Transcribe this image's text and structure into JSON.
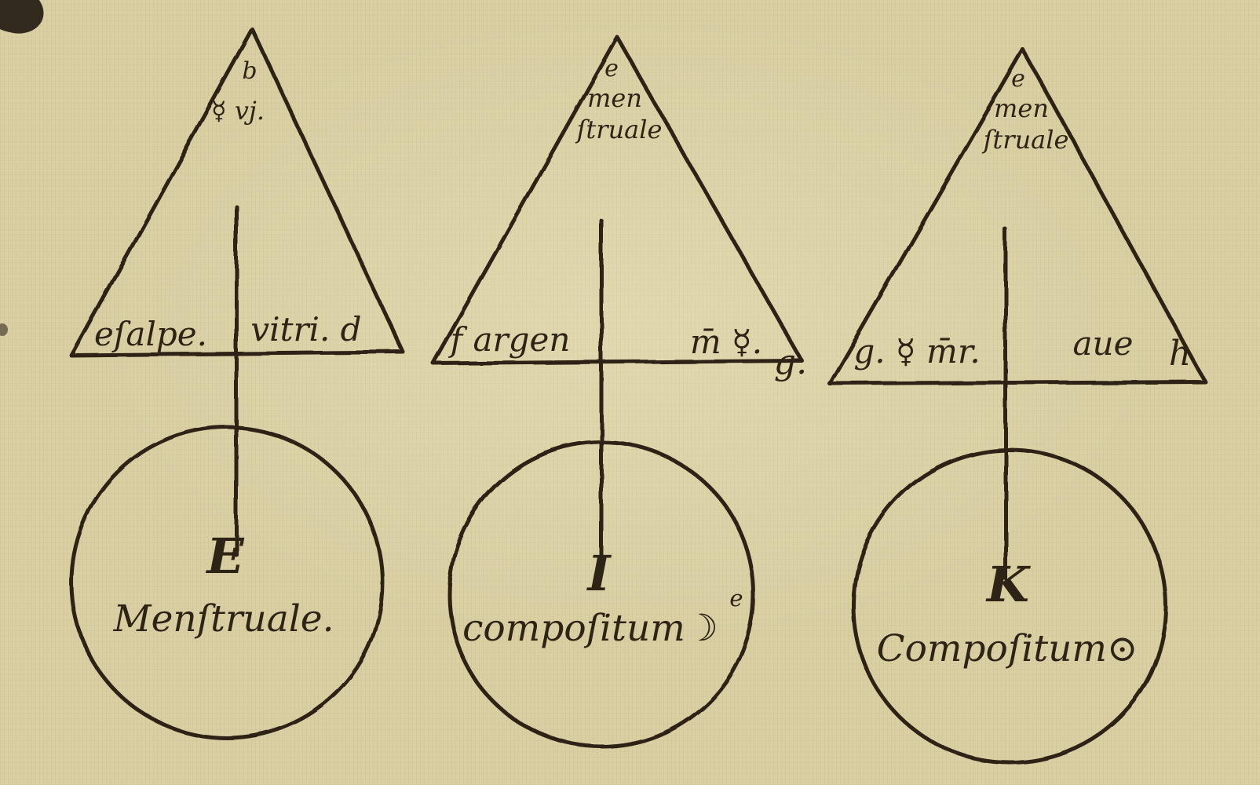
{
  "page": {
    "background_color": "#d9cfa3",
    "ink_color": "#2e2416"
  },
  "figures": [
    {
      "name": "figure-E",
      "triangle": {
        "apex_lines": [
          "b",
          "☿ vj."
        ],
        "left_label": "eſalpe.",
        "right_label": "vitri. d",
        "corner_label": ""
      },
      "circle": {
        "letter": "E",
        "label": "Menſtruale.",
        "suffix": "",
        "superscript": ""
      }
    },
    {
      "name": "figure-I",
      "triangle": {
        "apex_lines": [
          "e",
          "men",
          "ſtruale"
        ],
        "left_label": "f argen",
        "right_label": "m̄ ☿.",
        "corner_label": "g."
      },
      "circle": {
        "letter": "I",
        "label": "compoſitum",
        "suffix": "☽",
        "superscript": "e"
      }
    },
    {
      "name": "figure-K",
      "triangle": {
        "apex_lines": [
          "e",
          "men",
          "ſtruale"
        ],
        "left_label": "g. ☿ m̄r.",
        "right_label": "aue",
        "corner_label": "h"
      },
      "circle": {
        "letter": "K",
        "label": "Compoſitum",
        "suffix": "⊙",
        "superscript": ""
      }
    }
  ]
}
